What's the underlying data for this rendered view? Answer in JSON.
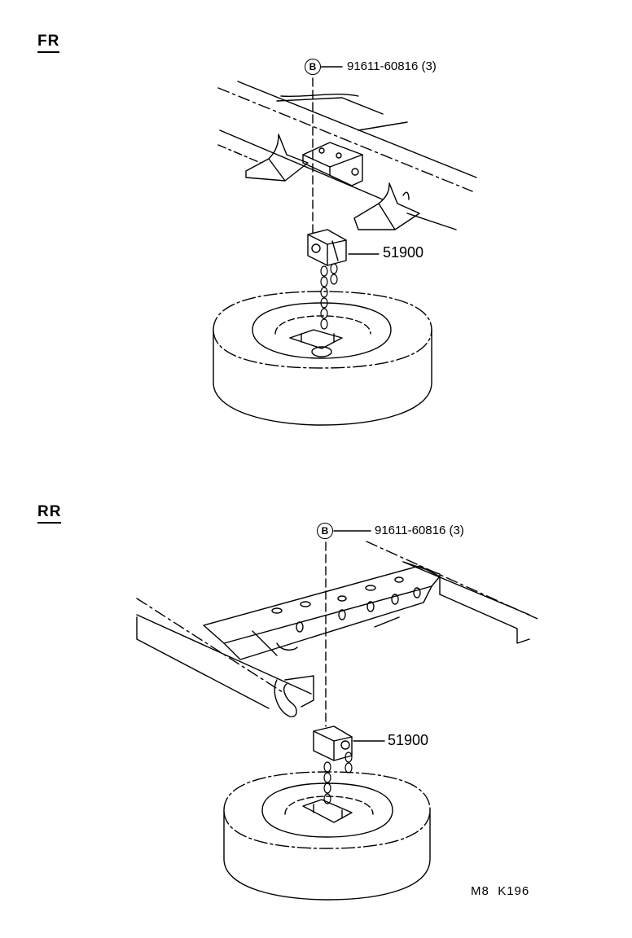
{
  "sections": {
    "front": {
      "label": "FR",
      "bolt_symbol": "B",
      "bolt_callout": "91611-60816 (3)",
      "part_number": "51900"
    },
    "rear": {
      "label": "RR",
      "bolt_symbol": "B",
      "bolt_callout": "91611-60816 (3)",
      "part_number": "51900"
    }
  },
  "footer": {
    "code": "M8",
    "figure_id": "K196"
  }
}
